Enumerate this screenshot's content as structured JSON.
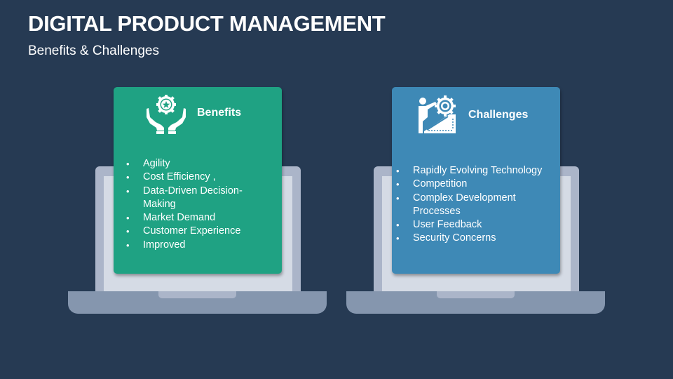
{
  "slide": {
    "title": "DIGITAL PRODUCT MANAGEMENT",
    "subtitle": "Benefits & Challenges",
    "colors": {
      "background": "#263a53",
      "benefits_card": "#1fa283",
      "challenges_card": "#3e89b6",
      "laptop_frame": "#abb5c9",
      "laptop_screen": "#d5dbe5",
      "laptop_base": "#8596ae"
    }
  },
  "benefits": {
    "heading": "Benefits",
    "icon": "hands-holding-badge-icon",
    "items": [
      "Agility",
      "Cost Efficiency ,",
      "Data-Driven Decision-Making",
      "Market Demand",
      "Customer Experience",
      "Improved"
    ]
  },
  "challenges": {
    "heading": "Challenges",
    "icon": "person-climbing-gear-icon",
    "items": [
      "Rapidly Evolving Technology",
      "Competition",
      "Complex Development Processes",
      "User Feedback",
      "Security Concerns"
    ]
  }
}
